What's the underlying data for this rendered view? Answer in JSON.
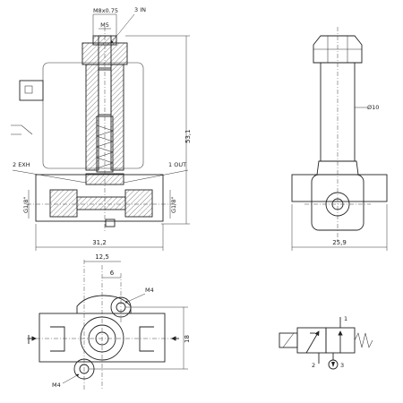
{
  "callouts": {
    "port_in": "3 IN",
    "port_exh": "2 EXH",
    "port_out": "1 OUT",
    "mount_thread_top": "M4",
    "mount_thread_bottom": "M4"
  },
  "dimensions": {
    "top_thread": "M8x0.75",
    "top_thread_minor": "M5",
    "height": "53,1",
    "port_thread_left": "G1/8\"",
    "port_thread_right": "G1/8\"",
    "body_width": "31,2",
    "coil_diameter": "Ø10",
    "side_width": "25,9",
    "hole_spacing": "12,5",
    "hole_offset": "6",
    "mount_height": "18"
  },
  "symbol": {
    "port_1": "1",
    "port_2": "2",
    "port_3": "3"
  }
}
